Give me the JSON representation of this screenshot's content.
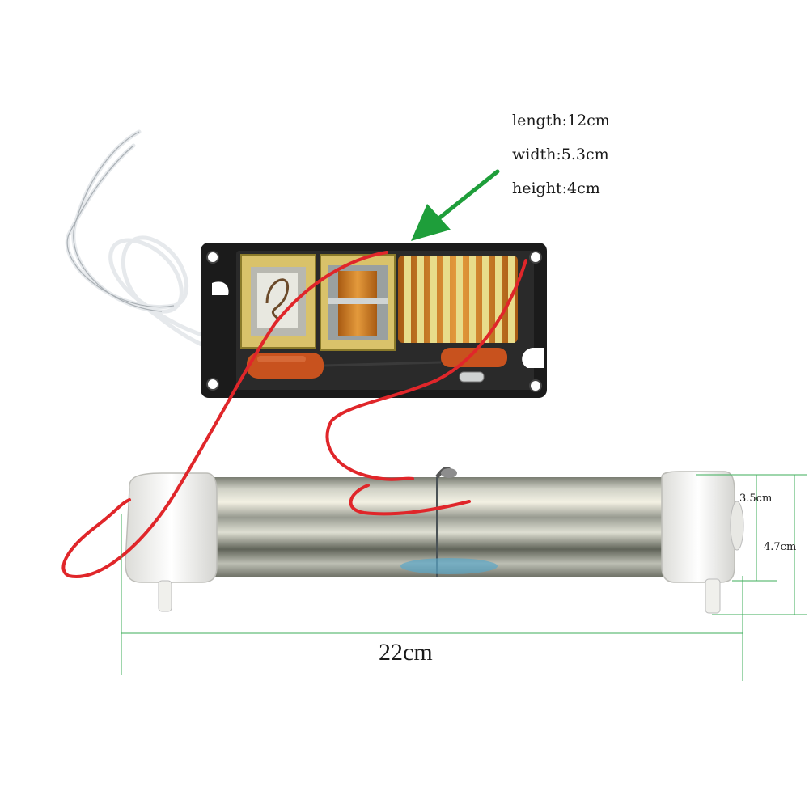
{
  "specs": {
    "length": "length:12cm",
    "width": "width:5.3cm",
    "height": "height:4cm"
  },
  "dimensions": {
    "tube_inner_diameter": "3.5cm",
    "tube_outer_diameter": "4.7cm",
    "tube_length": "22cm"
  },
  "colors": {
    "background": "#ffffff",
    "arrow": "#1e9e3a",
    "dimension_line": "#3cae5a",
    "red_wire": "#e0262a",
    "white_wire": "#e9ecef",
    "housing": "#1b1b1b",
    "copper_coil": "#c8791f",
    "tube_end_cap": "#f1f1ef"
  },
  "icons": [
    "arrow-pointer-icon"
  ]
}
